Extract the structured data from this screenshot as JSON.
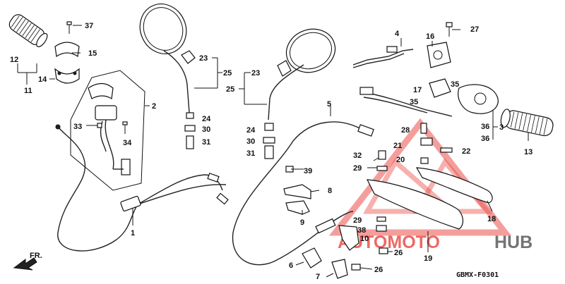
{
  "diagram": {
    "code": "GBMX-F0301",
    "front_label": "FR.",
    "watermark": {
      "text_a": "AUTOMOTO",
      "text_b": "HUB",
      "color_a": "#e8302a",
      "color_b": "#4a4a4a"
    },
    "callouts": [
      {
        "id": "c37",
        "label": "37"
      },
      {
        "id": "c15",
        "label": "15"
      },
      {
        "id": "c12",
        "label": "12"
      },
      {
        "id": "c11",
        "label": "11"
      },
      {
        "id": "c14",
        "label": "14"
      },
      {
        "id": "c2",
        "label": "2"
      },
      {
        "id": "c33",
        "label": "33"
      },
      {
        "id": "c34",
        "label": "34"
      },
      {
        "id": "c23a",
        "label": "23"
      },
      {
        "id": "c25a",
        "label": "25"
      },
      {
        "id": "c24a",
        "label": "24"
      },
      {
        "id": "c30a",
        "label": "30"
      },
      {
        "id": "c31a",
        "label": "31"
      },
      {
        "id": "c23b",
        "label": "23"
      },
      {
        "id": "c25b",
        "label": "25"
      },
      {
        "id": "c24b",
        "label": "24"
      },
      {
        "id": "c30b",
        "label": "30"
      },
      {
        "id": "c31b",
        "label": "31"
      },
      {
        "id": "c1",
        "label": "1"
      },
      {
        "id": "c4",
        "label": "4"
      },
      {
        "id": "c16",
        "label": "16"
      },
      {
        "id": "c27",
        "label": "27"
      },
      {
        "id": "c17",
        "label": "17"
      },
      {
        "id": "c35a",
        "label": "35"
      },
      {
        "id": "c35b",
        "label": "35"
      },
      {
        "id": "c5",
        "label": "5"
      },
      {
        "id": "c28",
        "label": "28"
      },
      {
        "id": "c36a",
        "label": "36"
      },
      {
        "id": "c36b",
        "label": "36"
      },
      {
        "id": "c3",
        "label": "3"
      },
      {
        "id": "c13",
        "label": "13"
      },
      {
        "id": "c21",
        "label": "21"
      },
      {
        "id": "c22",
        "label": "22"
      },
      {
        "id": "c20",
        "label": "20"
      },
      {
        "id": "c32",
        "label": "32"
      },
      {
        "id": "c29a",
        "label": "29"
      },
      {
        "id": "c39",
        "label": "39"
      },
      {
        "id": "c8",
        "label": "8"
      },
      {
        "id": "c9",
        "label": "9"
      },
      {
        "id": "c18",
        "label": "18"
      },
      {
        "id": "c29b",
        "label": "29"
      },
      {
        "id": "c38",
        "label": "38"
      },
      {
        "id": "c10",
        "label": "10"
      },
      {
        "id": "c26a",
        "label": "26"
      },
      {
        "id": "c19",
        "label": "19"
      },
      {
        "id": "c6",
        "label": "6"
      },
      {
        "id": "c7",
        "label": "7"
      },
      {
        "id": "c26b",
        "label": "26"
      }
    ]
  }
}
